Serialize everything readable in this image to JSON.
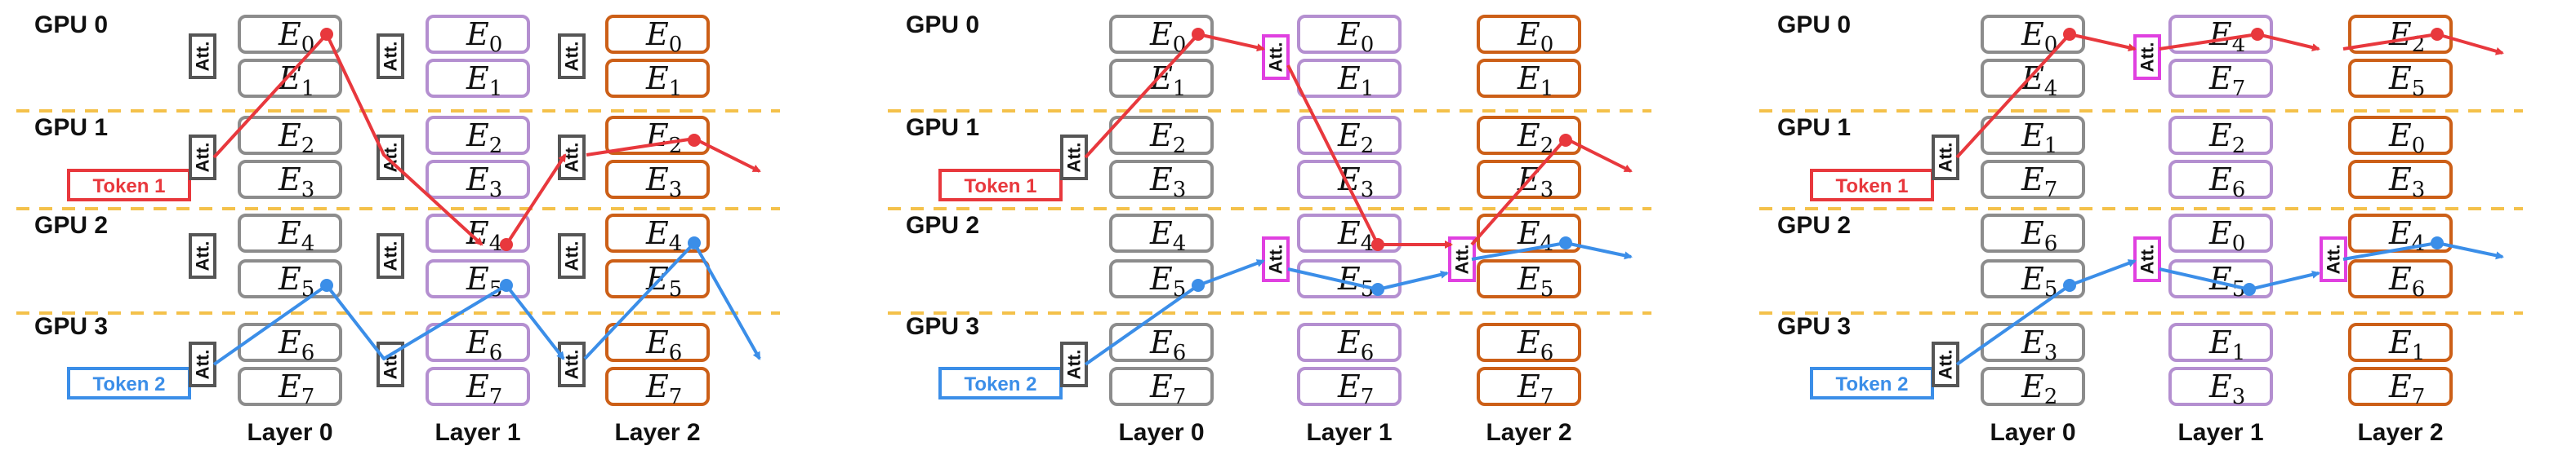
{
  "colors": {
    "expert_gray": "#8c8c8c",
    "expert_purple": "#b48fd0",
    "expert_orange": "#cc5f17",
    "att_gray": "#555555",
    "att_magenta": "#e040e0",
    "token1": "#e8383d",
    "token2": "#3b8ee8",
    "divider": "#f4c14a"
  },
  "labels": {
    "gpus": [
      "GPU 0",
      "GPU 1",
      "GPU 2",
      "GPU 3"
    ],
    "layers": [
      "Layer 0",
      "Layer 1",
      "Layer 2"
    ],
    "att": "Att.",
    "token1": "Token 1",
    "token2": "Token 2"
  },
  "panels": [
    {
      "layers": [
        [
          0,
          1,
          2,
          3,
          4,
          5,
          6,
          7
        ],
        [
          0,
          1,
          2,
          3,
          4,
          5,
          6,
          7
        ],
        [
          0,
          1,
          2,
          3,
          4,
          5,
          6,
          7
        ]
      ],
      "att_style": "per_gpu"
    },
    {
      "layers": [
        [
          0,
          1,
          2,
          3,
          4,
          5,
          6,
          7
        ],
        [
          0,
          1,
          2,
          3,
          4,
          5,
          6,
          7
        ],
        [
          0,
          1,
          2,
          3,
          4,
          5,
          6,
          7
        ]
      ],
      "att_style": "follow"
    },
    {
      "layers": [
        [
          0,
          4,
          1,
          7,
          6,
          5,
          3,
          2
        ],
        [
          4,
          7,
          2,
          6,
          0,
          5,
          1,
          3
        ],
        [
          2,
          5,
          0,
          3,
          4,
          6,
          1,
          7
        ]
      ],
      "att_style": "follow"
    }
  ]
}
